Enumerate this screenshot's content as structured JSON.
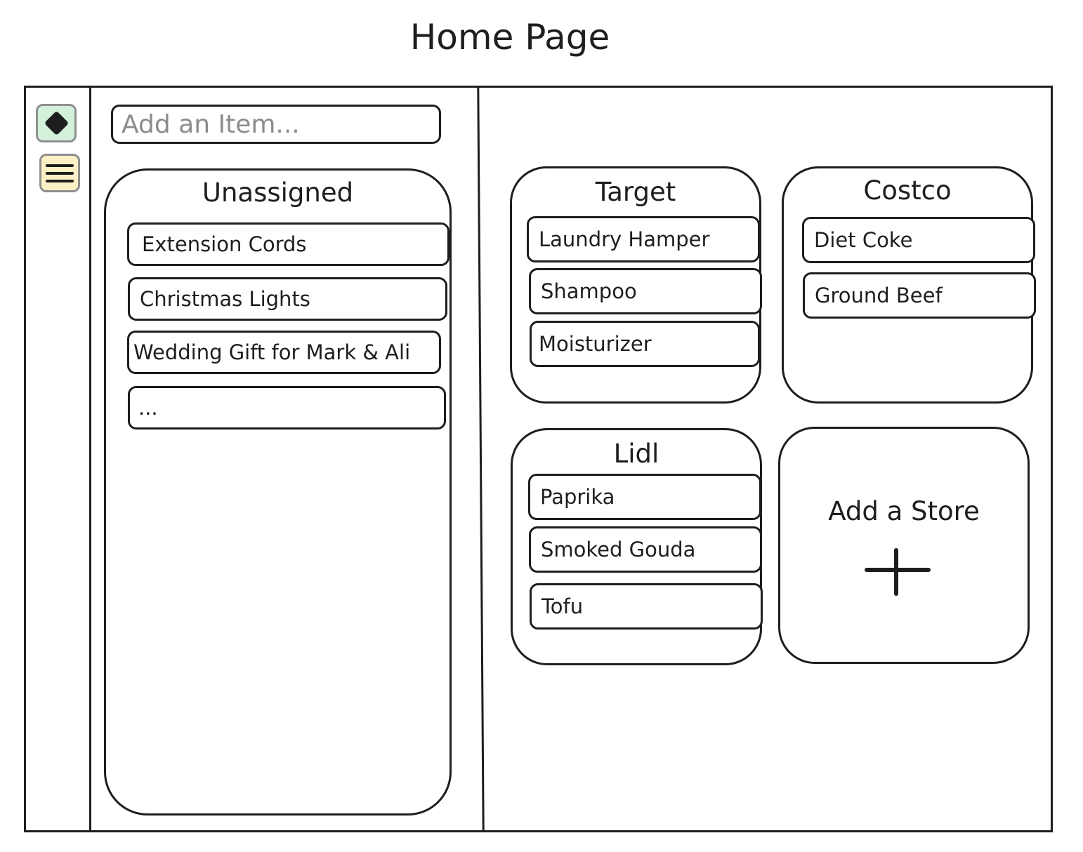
{
  "page": {
    "title": "Home Page"
  },
  "nav": {
    "home_icon": "diamond-icon",
    "menu_icon": "hamburger-menu-icon",
    "home_color": "#d3f0db",
    "menu_color": "#fdf0c4"
  },
  "add_item": {
    "placeholder": "Add an Item..."
  },
  "unassigned": {
    "title": "Unassigned",
    "items": [
      "Extension Cords",
      "Christmas Lights",
      "Wedding Gift for Mark & Ali",
      "..."
    ]
  },
  "stores": [
    {
      "name": "Target",
      "items": [
        "Laundry Hamper",
        "Shampoo",
        "Moisturizer"
      ]
    },
    {
      "name": "Costco",
      "items": [
        "Diet Coke",
        "Ground Beef"
      ]
    },
    {
      "name": "Lidl",
      "items": [
        "Paprika",
        "Smoked Gouda",
        "Tofu"
      ]
    }
  ],
  "add_store": {
    "label": "Add a Store",
    "icon": "plus-icon"
  }
}
